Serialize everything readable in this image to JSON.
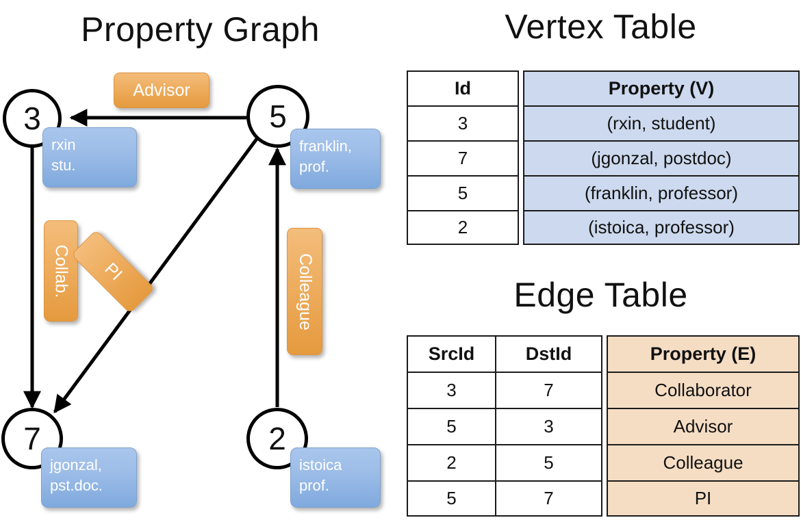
{
  "titles": {
    "property_graph": "Property Graph",
    "vertex_table": "Vertex Table",
    "edge_table": "Edge Table"
  },
  "graph": {
    "nodes": [
      {
        "id": "3",
        "property": "rxin\nstu."
      },
      {
        "id": "5",
        "property": "franklin,\nprof."
      },
      {
        "id": "7",
        "property": "jgonzal,\npst.doc."
      },
      {
        "id": "2",
        "property": "istoica\nprof."
      }
    ],
    "node_labels": {
      "n3": "3",
      "n5": "5",
      "n7": "7",
      "n2": "2"
    },
    "property_boxes": {
      "rxin_line1": "rxin",
      "rxin_line2": "stu.",
      "franklin_line1": "franklin,",
      "franklin_line2": "prof.",
      "jgonzal_line1": "jgonzal,",
      "jgonzal_line2": "pst.doc.",
      "istoica_line1": "istoica",
      "istoica_line2": "prof."
    },
    "edge_labels": {
      "advisor": "Advisor",
      "collab": "Collab.",
      "pi": "PI",
      "colleague": "Colleague"
    },
    "edges": [
      {
        "from": "5",
        "to": "3",
        "label": "Advisor"
      },
      {
        "from": "3",
        "to": "7",
        "label": "Collab."
      },
      {
        "from": "5",
        "to": "7",
        "label": "PI"
      },
      {
        "from": "2",
        "to": "5",
        "label": "Colleague"
      }
    ]
  },
  "vertex_table": {
    "headers": {
      "id": "Id",
      "property": "Property (V)"
    },
    "rows": [
      {
        "id": "3",
        "property": "(rxin, student)"
      },
      {
        "id": "7",
        "property": "(jgonzal, postdoc)"
      },
      {
        "id": "5",
        "property": "(franklin, professor)"
      },
      {
        "id": "2",
        "property": "(istoica, professor)"
      }
    ]
  },
  "edge_table": {
    "headers": {
      "src": "SrcId",
      "dst": "DstId",
      "property": "Property (E)"
    },
    "rows": [
      {
        "src": "3",
        "dst": "7",
        "property": "Collaborator"
      },
      {
        "src": "5",
        "dst": "3",
        "property": "Advisor"
      },
      {
        "src": "2",
        "dst": "5",
        "property": "Colleague"
      },
      {
        "src": "5",
        "dst": "7",
        "property": "PI"
      }
    ]
  },
  "colors": {
    "node_fill": "#ffffff",
    "node_stroke": "#000000",
    "vertex_property_blue": "#ccd9ee",
    "edge_property_orange": "#f5ddc4",
    "box_blue": "#9dbde8",
    "label_orange": "#eead5f"
  }
}
